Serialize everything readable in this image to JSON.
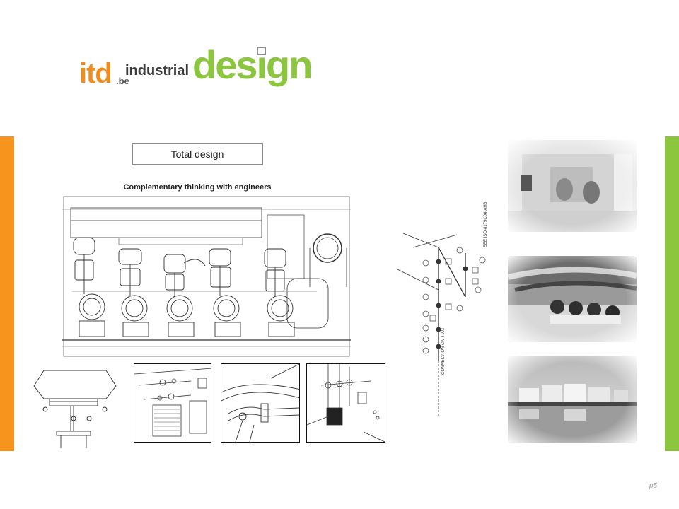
{
  "logo": {
    "itd": "itd",
    "be": ".be",
    "industrial": "industrial",
    "design": "design"
  },
  "title": "Total design",
  "subtitle": "Complementary thinking with engineers",
  "page_number": "p5",
  "colors": {
    "orange": "#f7941d",
    "green": "#8cc63f",
    "title_border": "#8c8c8c"
  },
  "iso_drawing": {
    "label_top": "SEE ISO-8179C06-AH6",
    "label_bottom": "CONNECTION ON T901"
  }
}
